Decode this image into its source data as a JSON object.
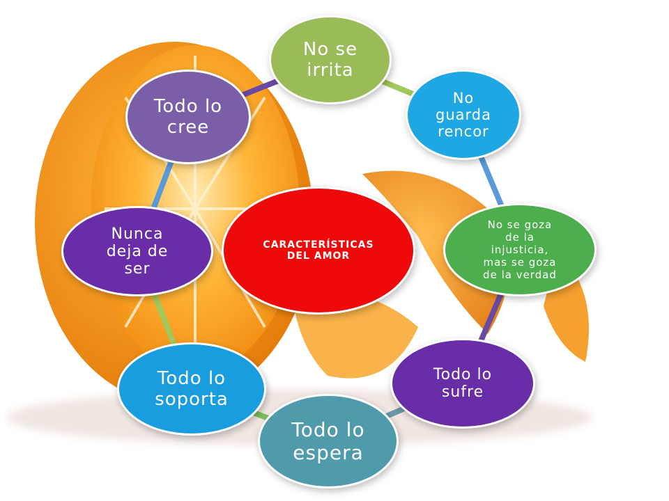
{
  "center": {
    "label": "CARACTERÍSTICAS\nDEL AMOR",
    "color": "#ee0a0a"
  },
  "ring_colors": [
    "#a0c85a",
    "#5a9ad8",
    "#6a4aa0",
    "#6a9aa8",
    "#7bbf5a"
  ],
  "nodes": [
    {
      "label": "No se\nirrita",
      "color": "#9bbb59"
    },
    {
      "label": "No\nguarda\nrencor",
      "color": "#1fa7e4"
    },
    {
      "label": "No se goza\nde la\ninjusticia,\nmas se goza\nde la verdad",
      "color": "#4cae4c"
    },
    {
      "label": "Todo lo\nsufre",
      "color": "#6a2da8"
    },
    {
      "label": "Todo lo\nespera",
      "color": "#4f9bab"
    },
    {
      "label": "Todo lo\nsoporta",
      "color": "#1a9ddf"
    },
    {
      "label": "Nunca\ndeja de\nser",
      "color": "#6a2da8"
    },
    {
      "label": "Todo lo\ncree",
      "color": "#7a5fa8"
    }
  ]
}
